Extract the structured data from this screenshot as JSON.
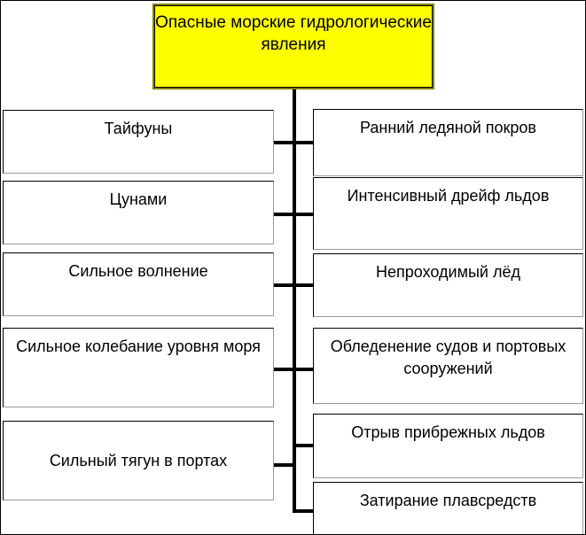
{
  "diagram": {
    "title": "Опасные морские гидрологические явления",
    "type": "hierarchy-tree",
    "colors": {
      "root_fill": "#ffff00",
      "root_border": "#808000",
      "node_fill": "#ffffff",
      "node_border": "#000000",
      "connector": "#000000",
      "text": "#000000",
      "page_background": "#ffffff"
    },
    "root": {
      "label": "Опасные морские гидрологические явления",
      "line1": "Опасные морские",
      "line2": "гидрологические явления"
    },
    "left_column": [
      {
        "label": "Тайфуны"
      },
      {
        "label": "Цунами"
      },
      {
        "label": "Сильное волнение"
      },
      {
        "label": "Сильное колебание уровня моря"
      },
      {
        "label": "Сильный тягун в портах"
      }
    ],
    "right_column": [
      {
        "label": "Ранний ледяной покров"
      },
      {
        "label": "Интенсивный дрейф льдов"
      },
      {
        "label": "Непроходимый лёд"
      },
      {
        "label": "Обледенение судов и портовых сооружений"
      },
      {
        "label": "Отрыв прибрежных льдов"
      },
      {
        "label": "Затирание плавсредств"
      }
    ]
  }
}
